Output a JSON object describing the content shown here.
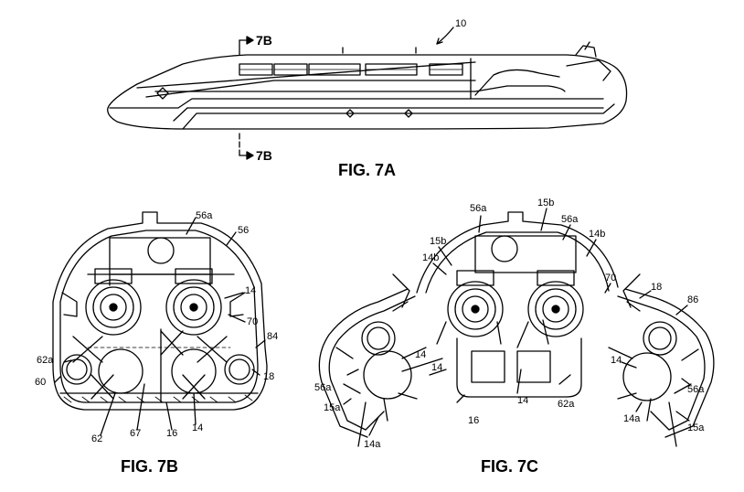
{
  "figures": {
    "fig7a": "FIG. 7A",
    "fig7b": "FIG. 7B",
    "fig7c": "FIG. 7C"
  },
  "section_markers": {
    "top": "7B",
    "bottom": "7B"
  },
  "labels_7a": {
    "ref": "10"
  },
  "labels_7b": [
    {
      "id": "56a",
      "text": "56a"
    },
    {
      "id": "56",
      "text": "56"
    },
    {
      "id": "14r",
      "text": "14"
    },
    {
      "id": "70",
      "text": "70"
    },
    {
      "id": "84",
      "text": "84"
    },
    {
      "id": "62a",
      "text": "62a"
    },
    {
      "id": "18",
      "text": "18"
    },
    {
      "id": "60",
      "text": "60"
    },
    {
      "id": "62",
      "text": "62"
    },
    {
      "id": "67",
      "text": "67"
    },
    {
      "id": "16",
      "text": "16"
    },
    {
      "id": "14b",
      "text": "14"
    }
  ],
  "labels_7c": [
    {
      "id": "56a_l",
      "text": "56a"
    },
    {
      "id": "15b_r",
      "text": "15b"
    },
    {
      "id": "56a_r",
      "text": "56a"
    },
    {
      "id": "15b_l",
      "text": "15b"
    },
    {
      "id": "14b_r",
      "text": "14b"
    },
    {
      "id": "14b_l",
      "text": "14b"
    },
    {
      "id": "70",
      "text": "70"
    },
    {
      "id": "18",
      "text": "18"
    },
    {
      "id": "86",
      "text": "86"
    },
    {
      "id": "14_a",
      "text": "14"
    },
    {
      "id": "14_b",
      "text": "14"
    },
    {
      "id": "56a_ll",
      "text": "56a"
    },
    {
      "id": "15a_l",
      "text": "15a"
    },
    {
      "id": "14_c",
      "text": "14"
    },
    {
      "id": "16",
      "text": "16"
    },
    {
      "id": "62a",
      "text": "62a"
    },
    {
      "id": "14_d",
      "text": "14"
    },
    {
      "id": "56a_rr",
      "text": "56a"
    },
    {
      "id": "14a_r",
      "text": "14a"
    },
    {
      "id": "15a_r",
      "text": "15a"
    },
    {
      "id": "14a_l",
      "text": "14a"
    }
  ]
}
